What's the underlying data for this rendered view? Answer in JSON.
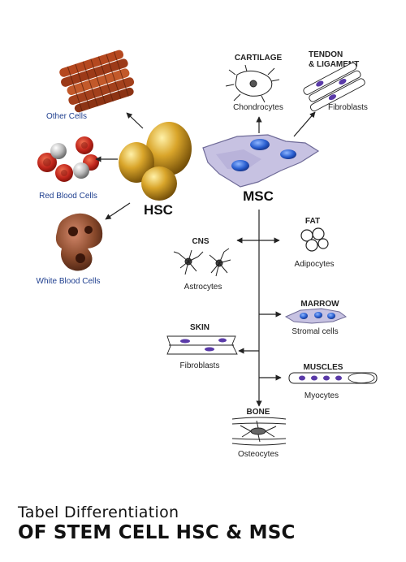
{
  "diagram": {
    "hsc": {
      "label": "HSC",
      "branches": [
        {
          "label": "Other Cells",
          "icon": "muscle-fiber-icon"
        },
        {
          "label": "Red Blood Cells",
          "icon": "red-blood-cells-icon"
        },
        {
          "label": "White Blood Cells",
          "icon": "white-blood-cells-icon"
        }
      ]
    },
    "msc": {
      "label": "MSC",
      "branches": [
        {
          "title": "CARTILAGE",
          "cell": "Chondrocytes",
          "icon": "chondrocyte-icon"
        },
        {
          "title": "TENDON & LIGAMENT",
          "title_line1": "TENDON",
          "title_line2": "& LIGAMENT",
          "cell": "Fibroblasts",
          "icon": "tendon-fibroblast-icon"
        },
        {
          "title": "FAT",
          "cell": "Adipocytes",
          "icon": "adipocyte-icon"
        },
        {
          "title": "CNS",
          "cell": "Astrocytes",
          "icon": "astrocyte-icon"
        },
        {
          "title": "MARROW",
          "cell": "Stromal cells",
          "icon": "stromal-cell-icon"
        },
        {
          "title": "SKIN",
          "cell": "Fibroblasts",
          "icon": "skin-fibroblast-icon"
        },
        {
          "title": "MUSCLES",
          "cell": "Myocytes",
          "icon": "myocyte-icon"
        },
        {
          "title": "BONE",
          "cell": "Osteocytes",
          "icon": "osteocyte-icon"
        }
      ]
    },
    "colors": {
      "hsc_gold": "#c8951e",
      "rbc_red": "#c0261c",
      "wbc_brown": "#8a4a2c",
      "msc_lavender": "#c7c2e2",
      "msc_nucleus": "#2a5fd0",
      "label_blue": "#1f3f8f"
    }
  },
  "caption": {
    "line1": "Tabel Differentiation",
    "line2": "OF STEM CELL HSC & MSC"
  }
}
